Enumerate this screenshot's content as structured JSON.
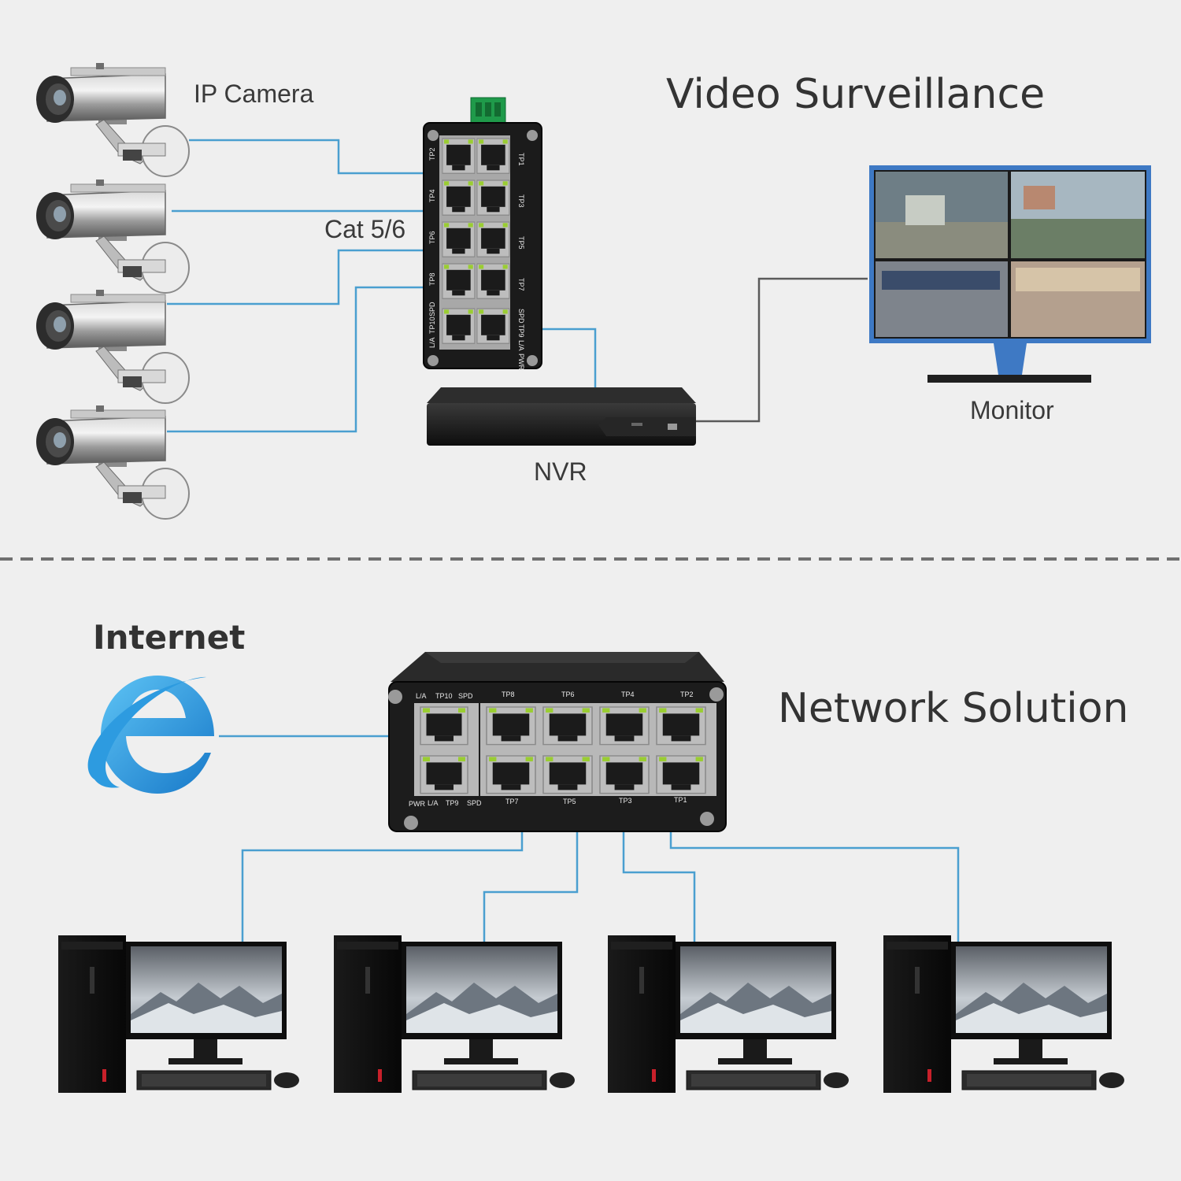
{
  "surveillance": {
    "title": "Video Surveillance",
    "camera_label": "IP Camera",
    "cable_label": "Cat 5/6",
    "nvr_label": "NVR",
    "monitor_label": "Monitor",
    "switch_ports_left": [
      "TP2",
      "TP4",
      "TP6",
      "TP8",
      "SPD",
      "TP10",
      "L/A"
    ],
    "switch_ports_right": [
      "TP1",
      "TP3",
      "TP5",
      "TP7",
      "SPD",
      "TP9",
      "L/A",
      "PWR"
    ]
  },
  "network": {
    "title": "Network Solution",
    "internet_label": "Internet",
    "switch_top_labels": [
      "L/A",
      "TP10",
      "SPD",
      "TP8",
      "TP6",
      "TP4",
      "TP2"
    ],
    "switch_bottom_labels": [
      "PWR",
      "L/A",
      "TP9",
      "SPD",
      "TP7",
      "TP5",
      "TP3",
      "TP1"
    ]
  },
  "colors": {
    "cable": "#4a9fd0",
    "background": "#efefef",
    "divider": "#707070",
    "ie_blue": "#2d9be0"
  },
  "icons": {
    "camera": "ip-camera-icon",
    "switch": "ethernet-switch-icon",
    "nvr": "nvr-recorder-icon",
    "monitor": "monitor-icon",
    "internet": "internet-explorer-icon",
    "computer": "desktop-computer-icon"
  }
}
